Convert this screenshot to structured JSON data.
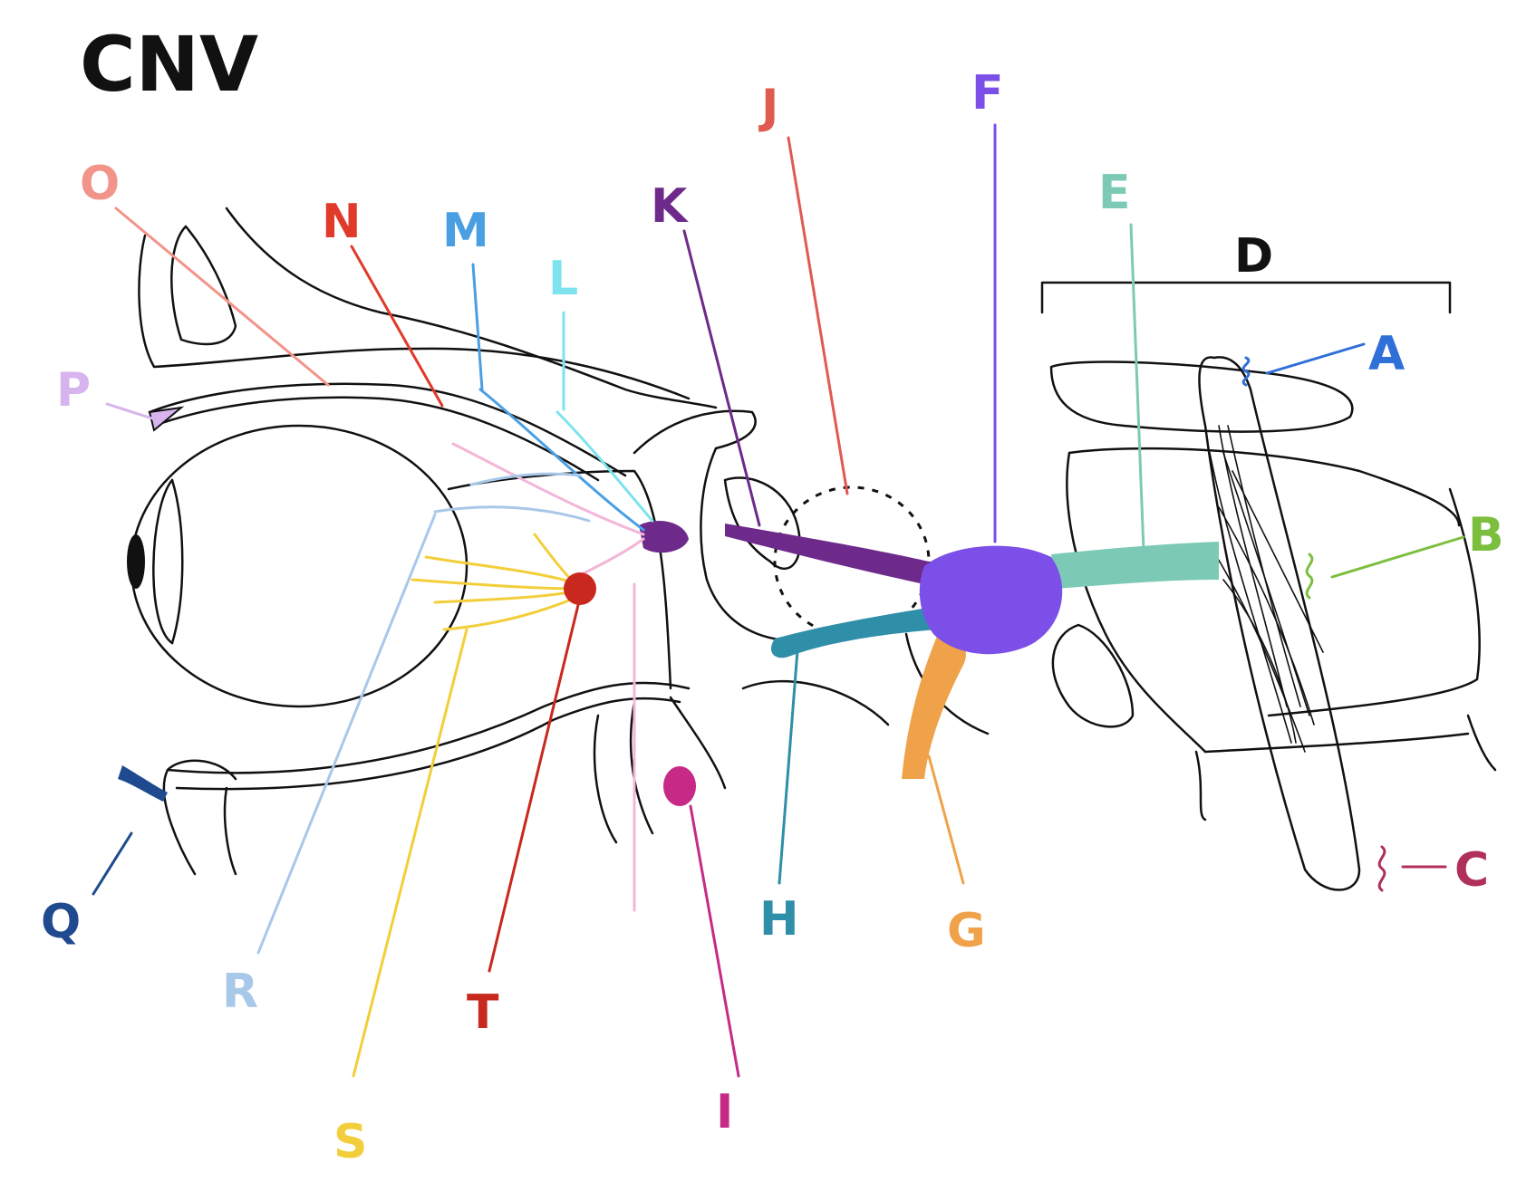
{
  "title": "CNV",
  "labels": [
    {
      "letter": "A",
      "color": "#2f6fd8"
    },
    {
      "letter": "B",
      "color": "#7cbf3f"
    },
    {
      "letter": "C",
      "color": "#b0305a"
    },
    {
      "letter": "D",
      "color": "#111111"
    },
    {
      "letter": "E",
      "color": "#7ccab5"
    },
    {
      "letter": "F",
      "color": "#7b4fe8"
    },
    {
      "letter": "G",
      "color": "#f0a24a"
    },
    {
      "letter": "H",
      "color": "#2f8fa8"
    },
    {
      "letter": "I",
      "color": "#c72a86"
    },
    {
      "letter": "J",
      "color": "#e05a4f"
    },
    {
      "letter": "K",
      "color": "#6e2a8a"
    },
    {
      "letter": "L",
      "color": "#7de3ef"
    },
    {
      "letter": "M",
      "color": "#4a9fe3"
    },
    {
      "letter": "N",
      "color": "#e03a2a"
    },
    {
      "letter": "O",
      "color": "#f2948a"
    },
    {
      "letter": "P",
      "color": "#d8b4ef"
    },
    {
      "letter": "Q",
      "color": "#1f4a8f"
    },
    {
      "letter": "R",
      "color": "#a8c8ea"
    },
    {
      "letter": "S",
      "color": "#f2cf3a"
    },
    {
      "letter": "T",
      "color": "#c8281e"
    }
  ]
}
